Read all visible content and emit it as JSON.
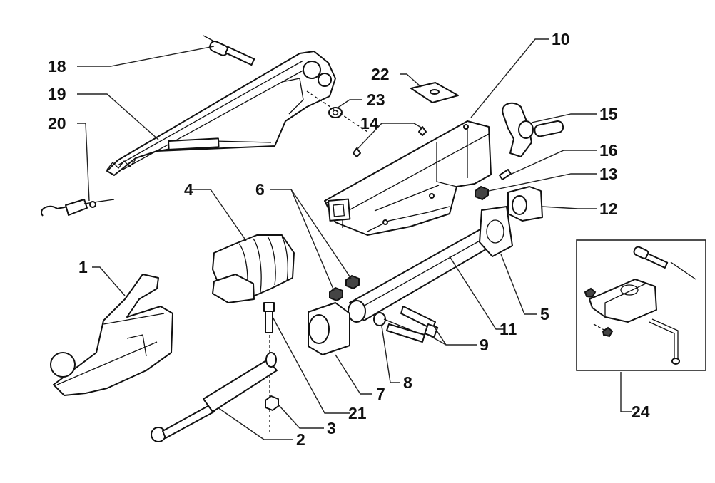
{
  "diagram": {
    "callouts": [
      "1",
      "2",
      "3",
      "4",
      "5",
      "6",
      "7",
      "8",
      "9",
      "10",
      "11",
      "12",
      "13",
      "14",
      "15",
      "16",
      "18",
      "19",
      "20",
      "21",
      "22",
      "23",
      "24"
    ]
  }
}
